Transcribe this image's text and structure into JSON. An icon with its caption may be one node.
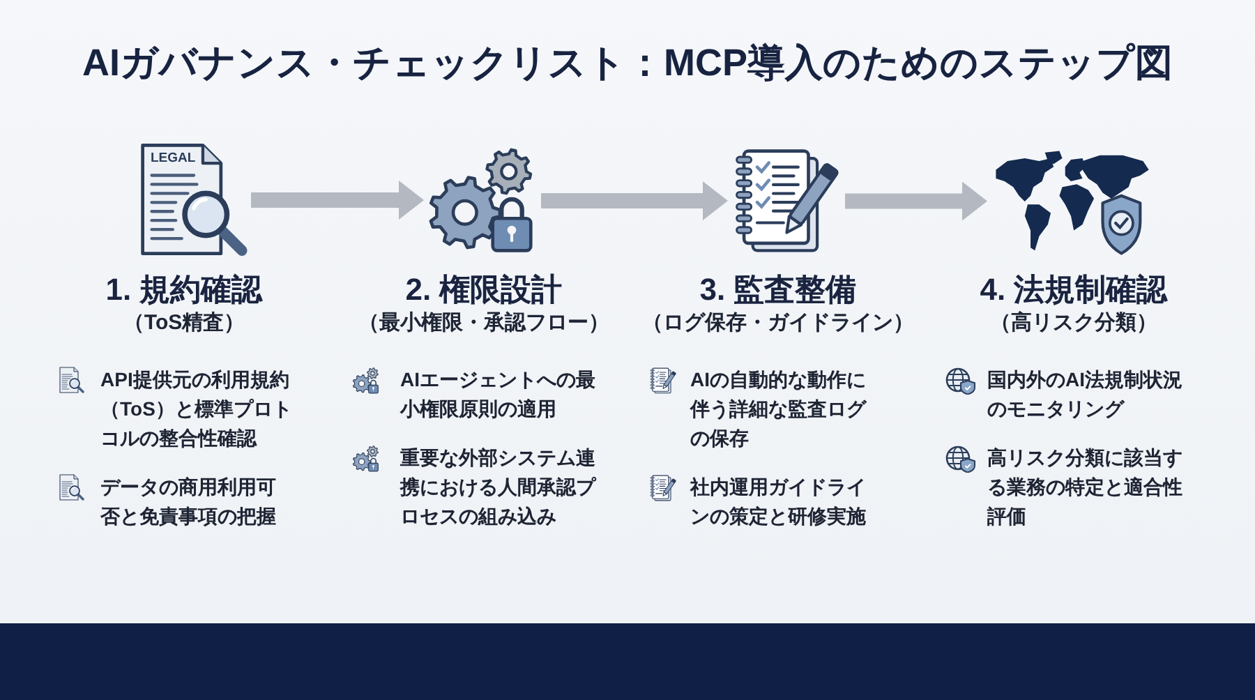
{
  "diagram": {
    "title": "AIガバナンス・チェックリスト：MCP導入のためのステップ図",
    "nodes": [
      {
        "text": [
          "LEGAL"
        ],
        "beside": [
          "1. 規約確認",
          "（ToS精査）",
          "API提供元の利用規約（ToS）と標準プロトコルの整合性確認",
          "データの商用利用可否と免責事項の把握"
        ]
      },
      {
        "text": [],
        "shape": "picture",
        "beside": [
          "2. 権限設計",
          "（最小権限・承認フロー）",
          "AIエージェントへの最小権限原則の適用",
          "重要な外部システム連携における人間承認プロセスの組み込み"
        ]
      },
      {
        "text": [],
        "shape": "picture",
        "beside": [
          "3. 監査整備",
          "（ログ保存・ガイドライン）",
          "AIの自動的な動作に伴う詳細な監査ログの保存",
          "社内運用ガイドラインの策定と研修実施"
        ]
      },
      {
        "text": [],
        "shape": "picture",
        "beside": [
          "4. 法規制確認",
          "（高リスク分類）",
          "国内外のAI法規制状況のモニタリング",
          "高リスク分類に該当する業務の特定と適合性評価"
        ]
      }
    ],
    "edges": [
      {
        "from": 0,
        "to": 1,
        "arrow": "to"
      },
      {
        "from": 1,
        "to": 2,
        "arrow": "to"
      },
      {
        "from": 2,
        "to": 3,
        "arrow": "to"
      }
    ]
  }
}
